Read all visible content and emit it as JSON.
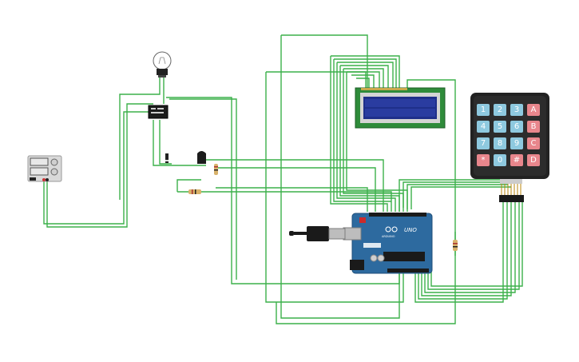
{
  "circuit": {
    "arduino": {
      "model": "UNO",
      "brand_text": "ARDUINO"
    },
    "keypad": {
      "keys": [
        [
          "1",
          "2",
          "3",
          "A"
        ],
        [
          "4",
          "5",
          "6",
          "B"
        ],
        [
          "7",
          "8",
          "9",
          "C"
        ],
        [
          "*",
          "0",
          "#",
          "D"
        ]
      ],
      "colors": {
        "digit": "#8ec9df",
        "letter": "#e8868c",
        "body": "#222222"
      }
    },
    "lcd": {
      "screen_color": "#1f2f8a",
      "board_color": "#2e8b3a"
    },
    "colors": {
      "wire": "#3cb04a",
      "arduino_board": "#2d6a9f"
    }
  }
}
